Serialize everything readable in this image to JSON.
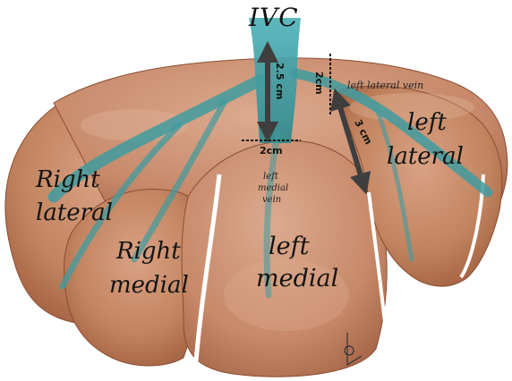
{
  "title": "IVC",
  "lobes": {
    "right_lateral": [
      "Right",
      "lateral"
    ],
    "right_medial": [
      "Right",
      "medial"
    ],
    "left_medial": [
      "left",
      "medial"
    ],
    "left_lateral": [
      "left",
      "lateral"
    ]
  },
  "veins": {
    "left_lateral_vein": "left lateral vein",
    "left_medial_vein": [
      "left",
      "medial",
      "vein"
    ]
  },
  "measurements": {
    "ivc_length": "2.5 cm",
    "ivc_width": "2cm",
    "lateral_width": "2cm",
    "lateral_length": "3 cm"
  },
  "colors": {
    "liver": "#c88a66",
    "liver_dark": "#8a4d32",
    "vein": "#3f9ba0",
    "arrow": "#4a4a4a"
  }
}
